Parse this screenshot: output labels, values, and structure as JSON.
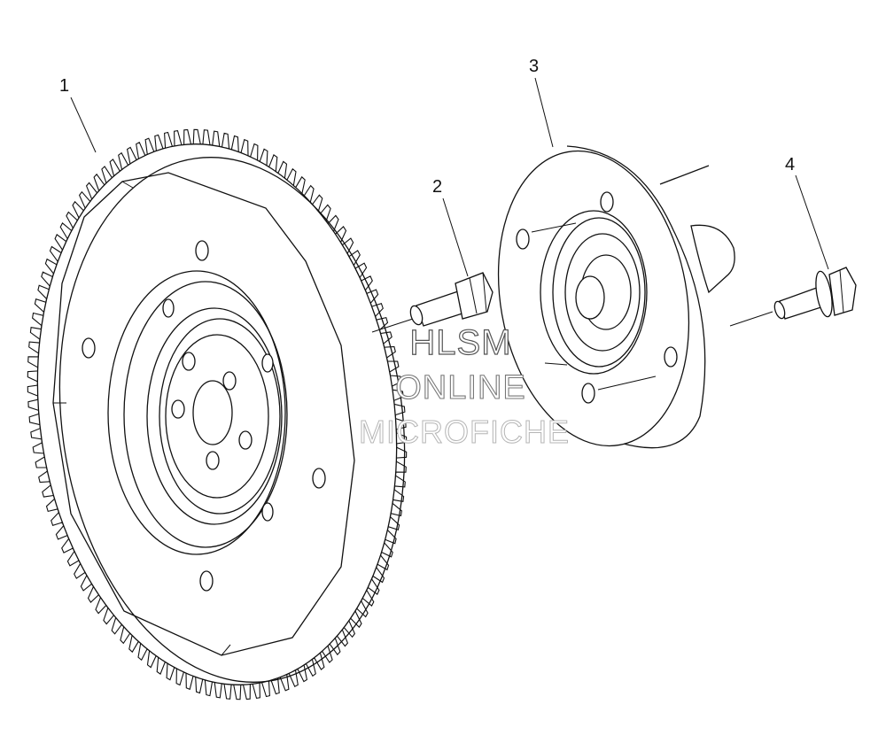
{
  "diagram": {
    "callouts": [
      "1",
      "2",
      "3",
      "4"
    ],
    "watermark": {
      "line1": "HLSM",
      "line2": "ONLINE",
      "line3": "MICROFICHE"
    }
  },
  "colors": {
    "line": "#111111",
    "background": "#ffffff",
    "watermark_dark": "#555555",
    "watermark_light": "#b5b5b5"
  }
}
